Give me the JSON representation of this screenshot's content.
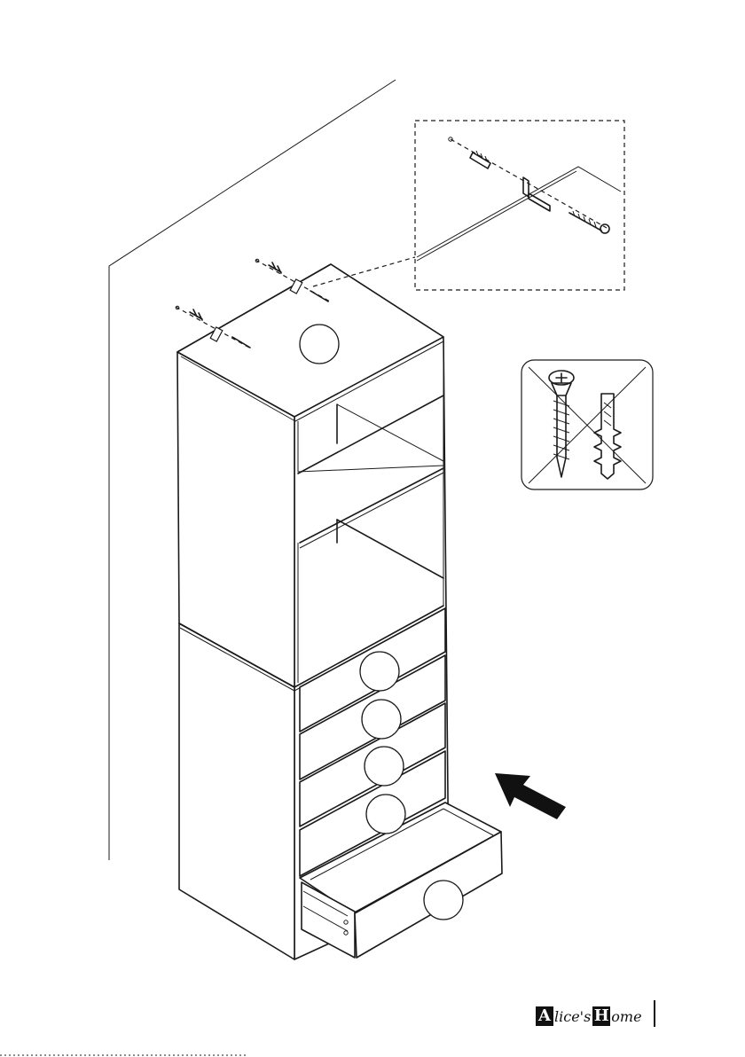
{
  "brand": {
    "initial_1": "A",
    "text_1": "lice's",
    "initial_2": "H",
    "text_2": "ome"
  },
  "callouts": [
    {
      "id": "top-panel",
      "label": ""
    },
    {
      "id": "drawer-1",
      "label": ""
    },
    {
      "id": "drawer-2",
      "label": ""
    },
    {
      "id": "drawer-3",
      "label": ""
    },
    {
      "id": "drawer-4",
      "label": ""
    },
    {
      "id": "drawer-5",
      "label": ""
    }
  ],
  "colors": {
    "ink": "#1a1a1a",
    "paper": "#ffffff",
    "arrow": "#111111"
  },
  "icons": [
    "wall-anchor-detail-icon",
    "no-screw-no-dowel-icon",
    "push-direction-arrow-icon"
  ]
}
